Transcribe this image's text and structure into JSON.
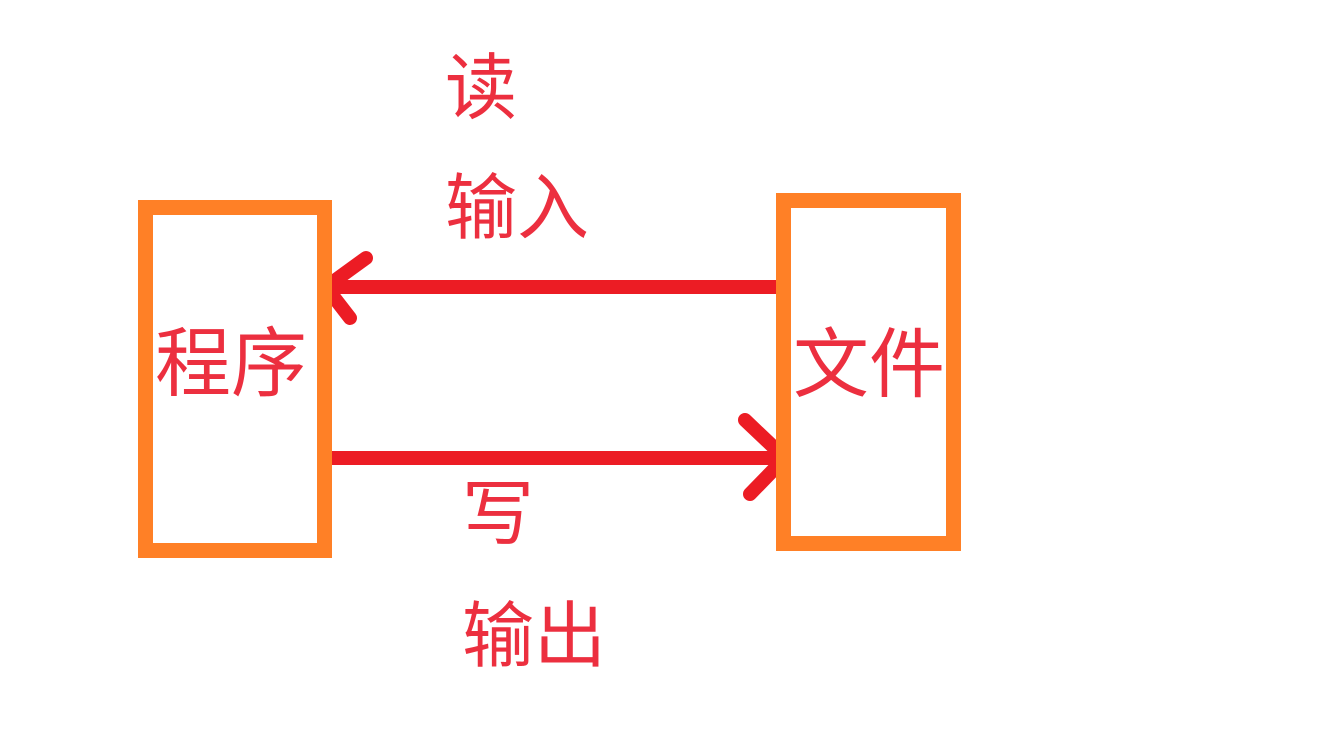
{
  "nodes": {
    "program": {
      "label": "程序"
    },
    "file": {
      "label": "文件"
    }
  },
  "edges": {
    "read": {
      "label_top": "读",
      "label_bottom": "输入"
    },
    "write": {
      "label_top": "写",
      "label_bottom": "输出"
    }
  },
  "colors": {
    "box_border": "#ff8026",
    "arrow": "#ec1c24",
    "text": "#ec2f3f"
  }
}
